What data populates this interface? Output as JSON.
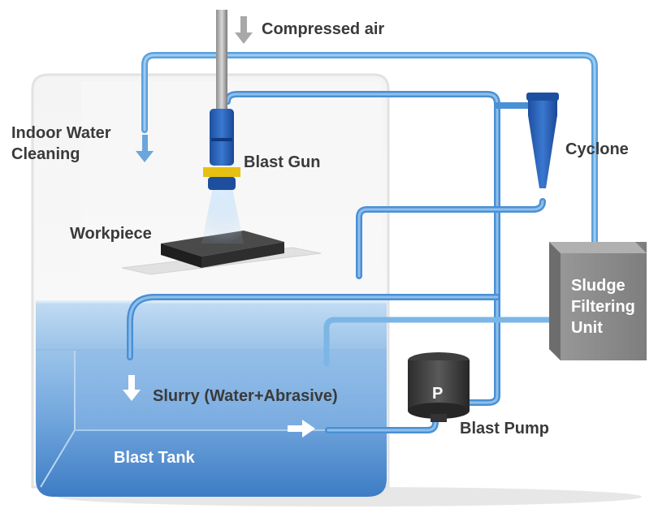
{
  "labels": {
    "compressed_air": "Compressed air",
    "indoor_water_line1": "Indoor Water",
    "indoor_water_line2": "Cleaning",
    "blast_gun": "Blast Gun",
    "cyclone": "Cyclone",
    "workpiece": "Workpiece",
    "sludge_line1": "Sludge",
    "sludge_line2": "Filtering",
    "sludge_line3": "Unit",
    "slurry": "Slurry (Water+Abrasive)",
    "pump_letter": "P",
    "blast_pump": "Blast Pump",
    "blast_tank": "Blast Tank"
  },
  "colors": {
    "pipe": "#5a9fd8",
    "pipe_dark": "#2f72b8",
    "water": "#6fa8dc",
    "tank_deep": "#3f7fc6",
    "gray_box": "#8e8e8e",
    "arrow_gray": "#a8a8a8",
    "arrow_blue": "#6aa6dc",
    "text_dark": "#3a3a3a"
  }
}
